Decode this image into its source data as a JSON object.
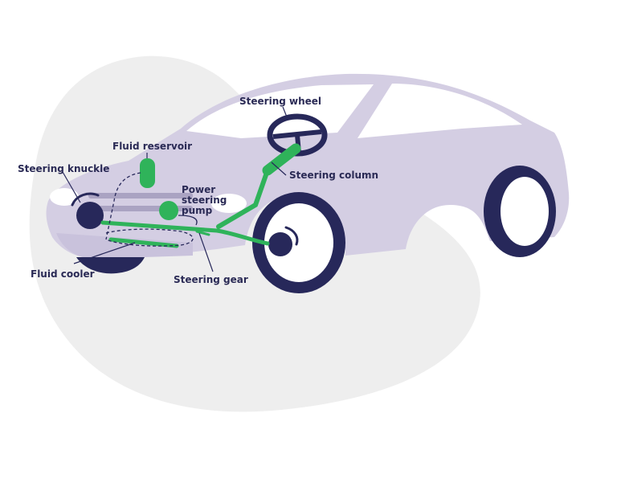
{
  "labels": {
    "steering_wheel": "Steering wheel",
    "fluid_reservoir": "Fluid reservoir",
    "steering_knuckle": "Steering knuckle",
    "power_steering_pump": "Power steering pump",
    "steering_column": "Steering column",
    "fluid_cooler": "Fluid cooler",
    "steering_gear": "Steering gear"
  },
  "colors": {
    "background_blob": "#eeeeee",
    "car_body": "#d4cee3",
    "car_dark": "#b8b0cf",
    "window": "#ffffff",
    "tire": "#27285a",
    "rim": "#ffffff",
    "hub": "#27285a",
    "steering_system": "#2fb35a",
    "label_text": "#2a2a55",
    "leader_line": "#2a2a55"
  }
}
